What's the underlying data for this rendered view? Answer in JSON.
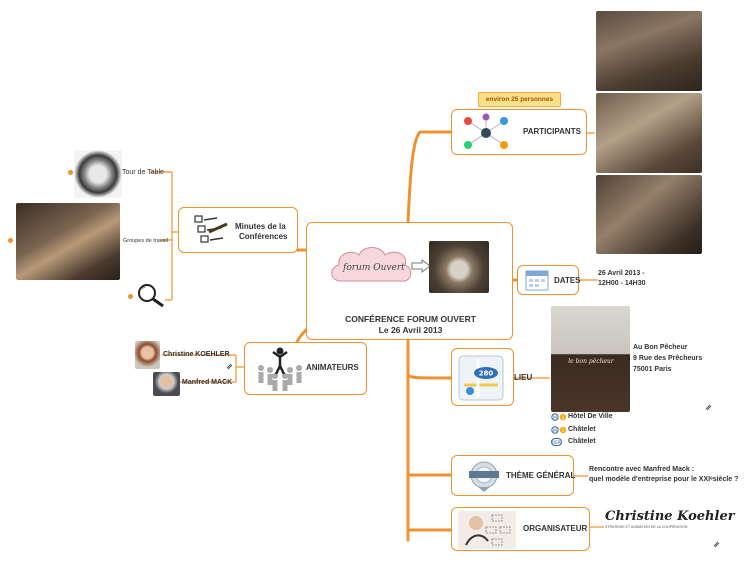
{
  "center": {
    "title": "CONFÉRENCE FORUM OUVERT",
    "date": "Le 26 Avril 2013",
    "cloud_text": "forum Ouvert"
  },
  "participants": {
    "label": "PARTICIPANTS",
    "callout": "environ 25 personnes"
  },
  "dates": {
    "label": "DATES",
    "detail_line1": "26 Avril 2013 -",
    "detail_line2": "12H00 - 14H30"
  },
  "lieu": {
    "label": "LIEU",
    "address": [
      "Au Bon Pêcheur",
      "9 Rue des Prêcheurs",
      "75001 Paris"
    ],
    "storefront_sign": "le bon pêcheur",
    "transit": [
      "Hôtel De Ville",
      "Châtelet",
      "Châtelet"
    ]
  },
  "theme": {
    "label": "THÈME GÉNÉRAL",
    "text_line1": "Rencontre avec Manfred Mack :",
    "text_line2": "quel modèle d'entreprise pour le XXIᵉsiècle ?"
  },
  "organisateur": {
    "label": "ORGANISATEUR",
    "logo_name": "Christine Koehler",
    "logo_tagline": "STRATÉGIE ET ANIMATION DE LA COOPÉRATION"
  },
  "minutes": {
    "label_line1": "Minutes de la",
    "label_line2": "Conférences",
    "children": [
      "Tour de Table",
      "Groupes de travail"
    ]
  },
  "animateurs": {
    "label": "ANIMATEURS",
    "people": [
      "Christine KOEHLER",
      "Manfred MACK"
    ]
  },
  "colors": {
    "accent": "#f0912f",
    "border": "#f0912f",
    "text": "#333333"
  }
}
